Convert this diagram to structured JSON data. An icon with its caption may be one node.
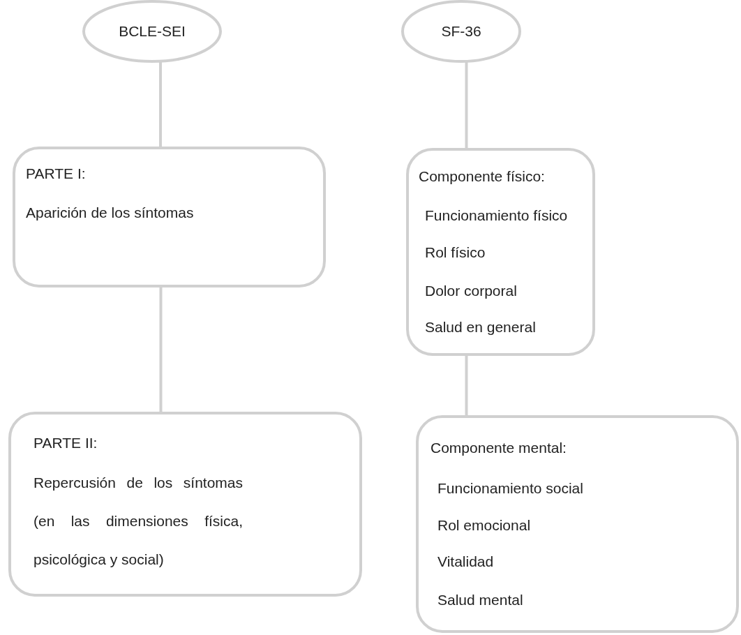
{
  "diagram": {
    "nodes": [
      {
        "text": [
          "BCLE-SEI"
        ]
      },
      {
        "text": [
          "PARTE I:",
          "Aparición de los síntomas"
        ]
      },
      {
        "text": [
          "PARTE II:",
          "Repercusión de los síntomas (en las dimensiones física, psicológica y social)"
        ]
      },
      {
        "text": [
          "SF-36"
        ]
      },
      {
        "text": [
          "Componente físico:",
          "Funcionamiento físico",
          "Rol físico",
          "Dolor corporal",
          "Salud en general"
        ]
      },
      {
        "text": [
          "Componente mental:",
          "Funcionamiento social",
          "Rol emocional",
          "Vitalidad",
          "Salud mental"
        ]
      }
    ],
    "edges": [
      {
        "from": 0,
        "to": 1,
        "arrow": "none"
      },
      {
        "from": 1,
        "to": 2,
        "arrow": "none"
      },
      {
        "from": 3,
        "to": 4,
        "arrow": "none"
      },
      {
        "from": 4,
        "to": 5,
        "arrow": "none"
      }
    ]
  }
}
